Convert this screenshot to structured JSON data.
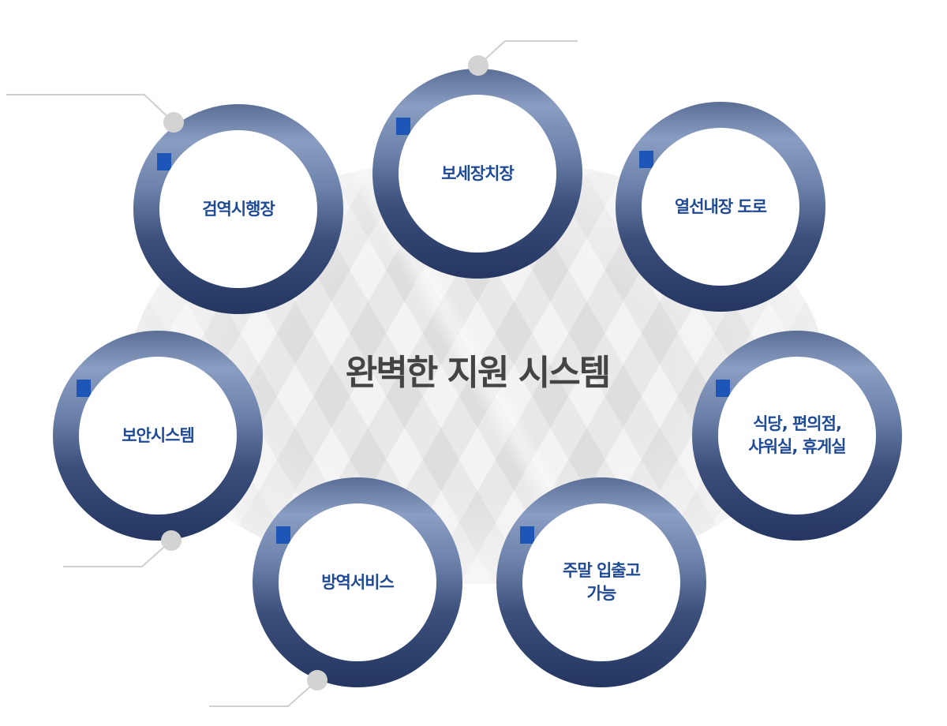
{
  "title": "완벽한 지원 시스템",
  "services": [
    {
      "label": "검역시행장"
    },
    {
      "label": "보세장치장"
    },
    {
      "label": "열선내장 도로"
    },
    {
      "label": "보안시스템"
    },
    {
      "label": "식당, 편의점,\n샤워실, 휴게실"
    },
    {
      "label": "방역서비스"
    },
    {
      "label": "주말 입출고\n가능"
    }
  ],
  "colors": {
    "accent": "#1f4a96",
    "ring": "#3b4f7a",
    "connector": "#cccccc"
  }
}
